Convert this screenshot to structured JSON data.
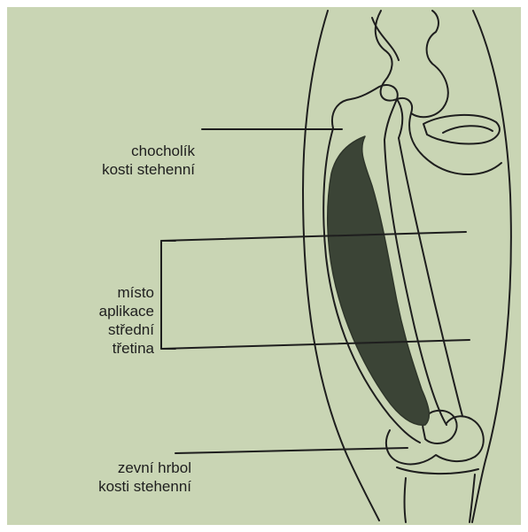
{
  "labels": {
    "trochanter": [
      "chocholík",
      "kosti stehenní"
    ],
    "application": [
      "místo",
      "aplikace",
      "střední",
      "třetina"
    ],
    "condyle": [
      "zevní hrbol",
      "kosti stehenní"
    ]
  },
  "colors": {
    "background": "#c9d5b4",
    "ink": "#1e1e1e",
    "muscle": "#3b4436"
  }
}
